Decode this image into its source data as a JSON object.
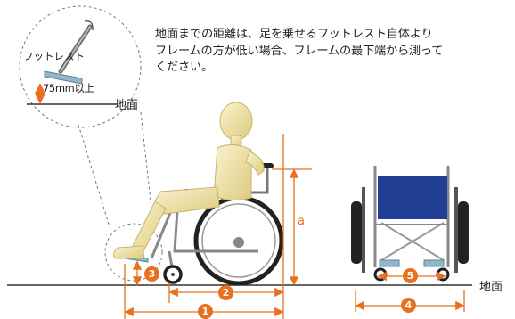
{
  "note_lines": [
    "地面までの距離は、足を乗せるフットレスト自体より",
    "フレームの方が低い場合、フレームの最下端から測って",
    "ください。"
  ],
  "labels": {
    "ground_main": "地面",
    "ground_callout": "地面",
    "footrest": "フットレスト",
    "clearance": "75mm以上",
    "height": "a"
  },
  "badges": [
    "1",
    "2",
    "3",
    "4",
    "5"
  ],
  "colors": {
    "accent": "#e8701e",
    "body": "#f0e4a8",
    "seat_back": "#1f3e94",
    "frame": "#8a8a8a",
    "wheel": "#222222"
  }
}
